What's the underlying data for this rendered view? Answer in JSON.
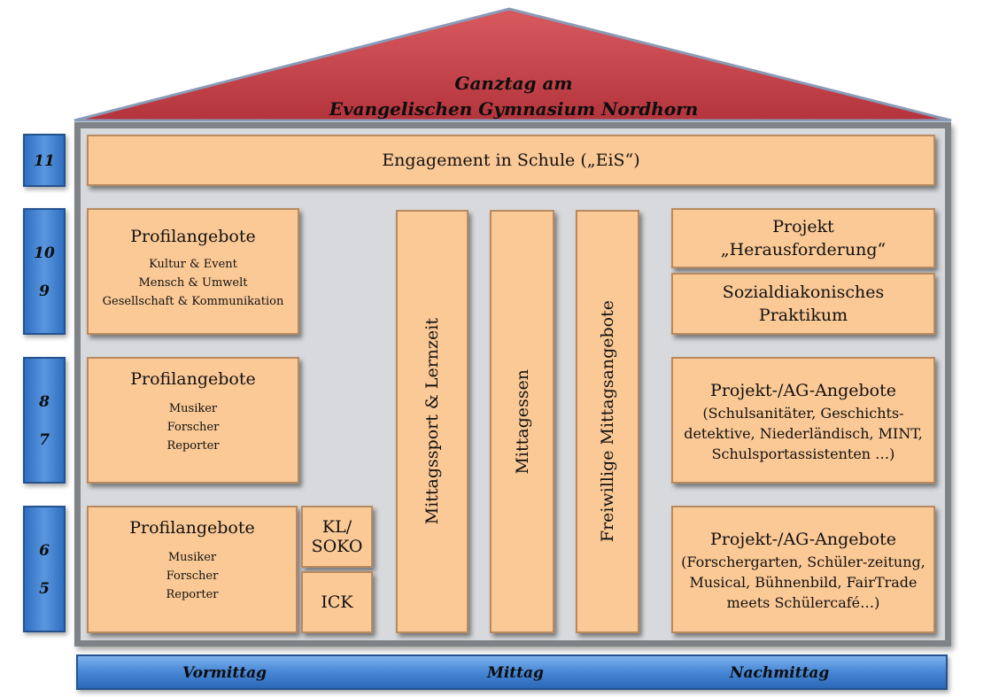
{
  "roof": {
    "line1": "Ganztag am",
    "line2": "Evangelischen Gymnasium Nordhorn"
  },
  "grades": {
    "g11": "11",
    "g10": "10",
    "g9": "9",
    "g8": "8",
    "g7": "7",
    "g6": "6",
    "g5": "5"
  },
  "engagement": "Engagement in Schule („EiS“)",
  "profil_9_10": {
    "title": "Profilangebote",
    "items": [
      "Kultur & Event",
      "Mensch & Umwelt",
      "Gesellschaft & Kommunikation"
    ]
  },
  "profil_7_8": {
    "title": "Profilangebote",
    "items": [
      "Musiker",
      "Forscher",
      "Reporter"
    ]
  },
  "profil_5_6": {
    "title": "Profilangebote",
    "items": [
      "Musiker",
      "Forscher",
      "Reporter"
    ]
  },
  "kl_soko": {
    "line1": "KL/",
    "line2": "SOKO"
  },
  "ick": "ICK",
  "columns": {
    "mittagssport": "Mittagssport & Lernzeit",
    "mittagessen": "Mittagessen",
    "freiwillige": "Freiwillige Mittagsangebote"
  },
  "projekt_herausforderung": {
    "line1": "Projekt",
    "line2": "„Herausforderung“"
  },
  "sozialdiakonisch": {
    "line1": "Sozialdiakonisches",
    "line2": "Praktikum"
  },
  "ag_7_8": {
    "title": "Projekt-/AG-Angebote",
    "lines": [
      "(Schulsanitäter, Geschichts-",
      "detektive, Niederländisch, MINT,",
      "Schulsportassistenten …)"
    ]
  },
  "ag_5_6": {
    "title": "Projekt-/AG-Angebote",
    "lines": [
      "(Forschergarten, Schüler-zeitung,",
      "Musical, Bühnenbild, FairTrade",
      "meets Schülercafé…)"
    ]
  },
  "timebar": {
    "vormittag": "Vormittag",
    "mittag": "Mittag",
    "nachmittag": "Nachmittag"
  },
  "colors": {
    "roof": "#d85a5f",
    "box": "#fbc996",
    "grade": "#4a8ad8",
    "house": "#d7d9dc"
  }
}
